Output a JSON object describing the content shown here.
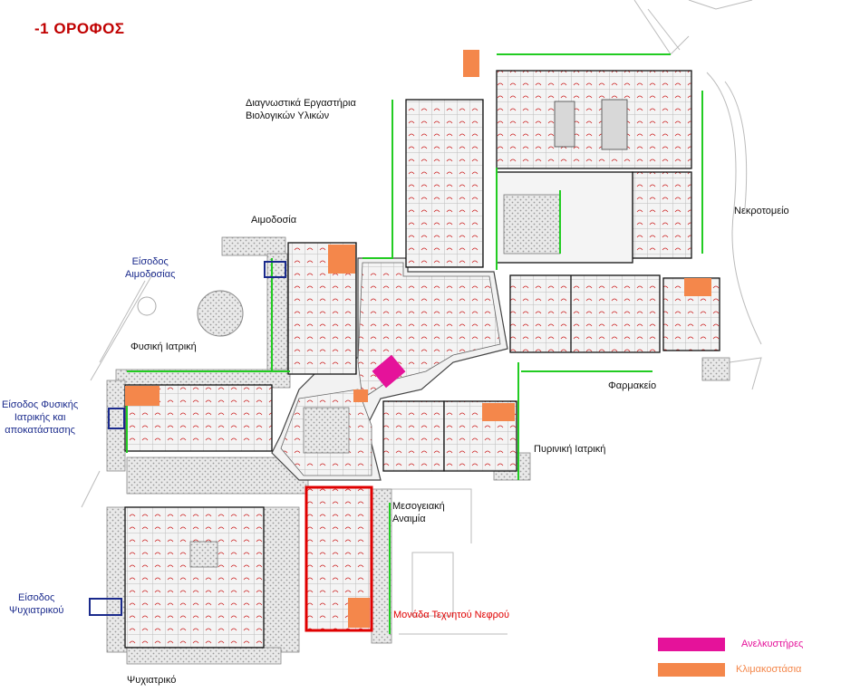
{
  "title": "-1 ΟΡΟΦΟΣ",
  "labels": {
    "diag_lab": [
      "Διαγνωστικά Εργαστήρια",
      "Βιολογικών Υλικών"
    ],
    "aimodosia": "Αιμοδοσία",
    "eisodos_aimodosias": [
      "Είσοδος",
      "Αιμοδοσίας"
    ],
    "fysiki_iatriki": "Φυσική Ιατρική",
    "eisodos_fysikis": [
      "Είσοδος Φυσικής",
      "Ιατρικής και",
      "αποκατάστασης"
    ],
    "nekrotomeio": "Νεκροτομείο",
    "farmakeio": "Φαρμακείο",
    "pyriniki": "Πυρινική Ιατρική",
    "mesogeiaki": [
      "Μεσογειακή",
      "Αναιμία"
    ],
    "monada": "Μονάδα Τεχνητού Νεφρού",
    "eisodos_psyx": [
      "Είσοδος",
      "Ψυχιατρικού"
    ],
    "psyxiatriko": "Ψυχιατρικό"
  },
  "legend": {
    "elevators": "Ανελκυστήρες",
    "stairs": "Κλιμακοστάσια"
  },
  "colors": {
    "elevator": "#e5129a",
    "stairs": "#f4874b",
    "highlight": "#e00000",
    "entrance": "#1a2a8c",
    "green_line": "#22cc22",
    "title": "#c00000"
  }
}
